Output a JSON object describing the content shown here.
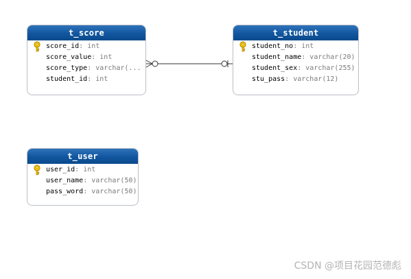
{
  "tables": {
    "t_score": {
      "title": "t_score",
      "columns": [
        {
          "name": "score_id",
          "sep": ": ",
          "type": "int",
          "key": true
        },
        {
          "name": "score_value",
          "sep": ": ",
          "type": "int",
          "key": false
        },
        {
          "name": "score_type",
          "sep": ": ",
          "type": "varchar(...",
          "key": false
        },
        {
          "name": "student_id",
          "sep": ": ",
          "type": "int",
          "key": false
        }
      ]
    },
    "t_student": {
      "title": "t_student",
      "columns": [
        {
          "name": "student_no",
          "sep": ": ",
          "type": "int",
          "key": true
        },
        {
          "name": "student_name",
          "sep": ": ",
          "type": "varchar(20)",
          "key": false
        },
        {
          "name": "student_sex",
          "sep": ": ",
          "type": "varchar(255)",
          "key": false
        },
        {
          "name": "stu_pass",
          "sep": ": ",
          "type": "varchar(12)",
          "key": false
        }
      ]
    },
    "t_user": {
      "title": "t_user",
      "columns": [
        {
          "name": "user_id",
          "sep": ": ",
          "type": "int",
          "key": true
        },
        {
          "name": "user_name",
          "sep": ": ",
          "type": "varchar(50)",
          "key": false
        },
        {
          "name": "pass_word",
          "sep": ": ",
          "type": "varchar(50)",
          "key": false
        }
      ]
    }
  },
  "relationship": {
    "from": "t_score",
    "to": "t_student",
    "from_end": "zero-or-many",
    "to_end": "zero-or-one"
  },
  "watermark": "CSDN @项目花园范德彪",
  "colors": {
    "header": "#11569f",
    "border": "#b9bec6",
    "key": "#e8b800",
    "type_text": "#7a7a7a",
    "line": "#333333"
  }
}
